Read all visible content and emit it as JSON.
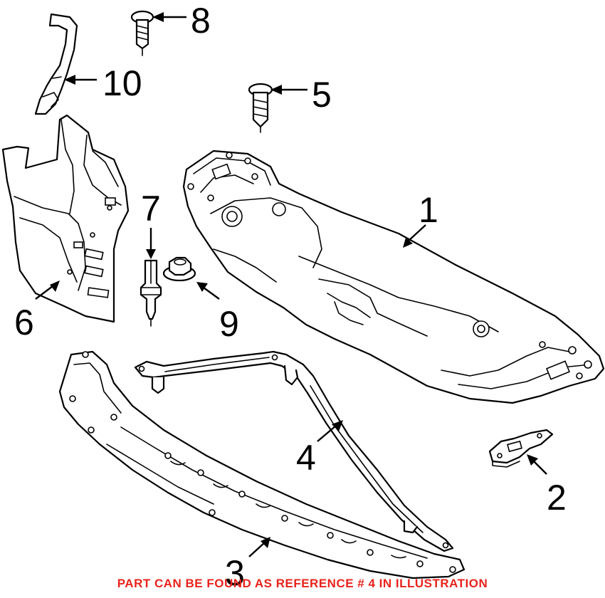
{
  "callouts": {
    "c1": "1",
    "c2": "2",
    "c3": "3",
    "c4": "4",
    "c5": "5",
    "c6": "6",
    "c7": "7",
    "c8": "8",
    "c9": "9",
    "c10": "10"
  },
  "footer_note": "PART CAN BE FOUND AS REFERENCE # 4 IN ILLUSTRATION",
  "colors": {
    "line": "#000000",
    "background": "#ffffff",
    "note": "#e8231c"
  }
}
